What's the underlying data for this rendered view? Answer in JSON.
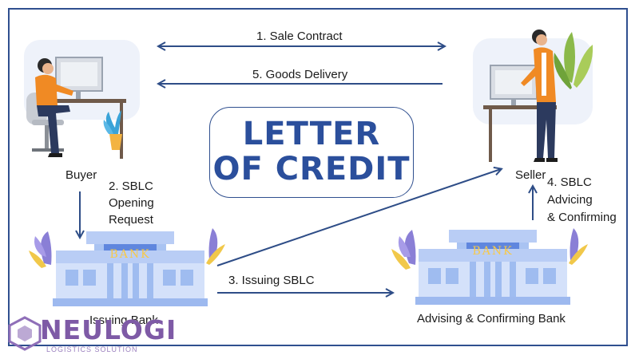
{
  "title": {
    "line1": "LETTER",
    "line2": "OF CREDIT"
  },
  "parties": {
    "buyer": "Buyer",
    "seller": "Seller",
    "issuing_bank": "Issuing Bank",
    "advising_bank": "Advising & Confirming Bank"
  },
  "steps": {
    "s1": "1. Sale Contract",
    "s2a": "2. SBLC",
    "s2b": "Opening",
    "s2c": "Request",
    "s3": "3. Issuing SBLC",
    "s4a": "4. SBLC",
    "s4b": "Advicing",
    "s4c": "& Confirming",
    "s5": "5. Goods Delivery"
  },
  "bank_sign": "BANK",
  "watermark": {
    "brand": "NEULOGI",
    "tagline": "LOGISTICS SOLUTION"
  },
  "colors": {
    "accent": "#2b4f9c",
    "arrow": "#2e4d87",
    "bank": "#8fb1ef",
    "orange": "#f08a24"
  }
}
